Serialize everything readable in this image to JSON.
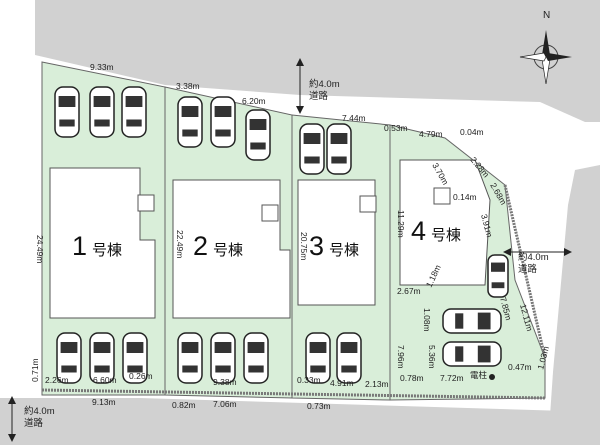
{
  "north_label": "N",
  "roads": {
    "north": "約4.0m\n道路",
    "east": "約4.0m\n道路",
    "southwest": "約4.0m\n道路"
  },
  "buildings": [
    {
      "num": "1",
      "suffix": "号棟"
    },
    {
      "num": "2",
      "suffix": "号棟"
    },
    {
      "num": "3",
      "suffix": "号棟"
    },
    {
      "num": "4",
      "suffix": "号棟"
    }
  ],
  "pole_label": "電柱",
  "dims": {
    "d_9_33": "9.33m",
    "d_3_38": "3.38m",
    "d_6_20": "6.20m",
    "d_7_44": "7.44m",
    "d_0_53": "0.53m",
    "d_4_79": "4.79m",
    "d_0_04": "0.04m",
    "d_2_28": "2.28m",
    "d_2_68": "2.68m",
    "d_3_70": "3.70m",
    "d_0_14": "0.14m",
    "d_3_91": "3.91m",
    "d_11_29": "11.29m",
    "d_20_75": "20.75m",
    "d_22_49": "22.49m",
    "d_24_49": "24.49m",
    "d_7_85": "7.85m",
    "d_12_11": "12.11m",
    "d_2_67": "2.67m",
    "d_1_18": "1.18m",
    "d_1_08": "1.08m",
    "d_7_96": "7.96m",
    "d_5_36": "5.36m",
    "d_0_71": "0.71m",
    "d_2_26": "2.26m",
    "d_6_60": "6.60m",
    "d_0_26": "0.26m",
    "d_9_38": "9.38m",
    "d_0_33": "0.33m",
    "d_4_91": "4.91m",
    "d_2_13": "2.13m",
    "d_0_78": "0.78m",
    "d_7_72": "7.72m",
    "d_0_47": "0.47m",
    "d_1_03": "1.03m",
    "d_9_13": "9.13m",
    "d_0_82": "0.82m",
    "d_7_06": "7.06m",
    "d_0_73": "0.73m"
  }
}
